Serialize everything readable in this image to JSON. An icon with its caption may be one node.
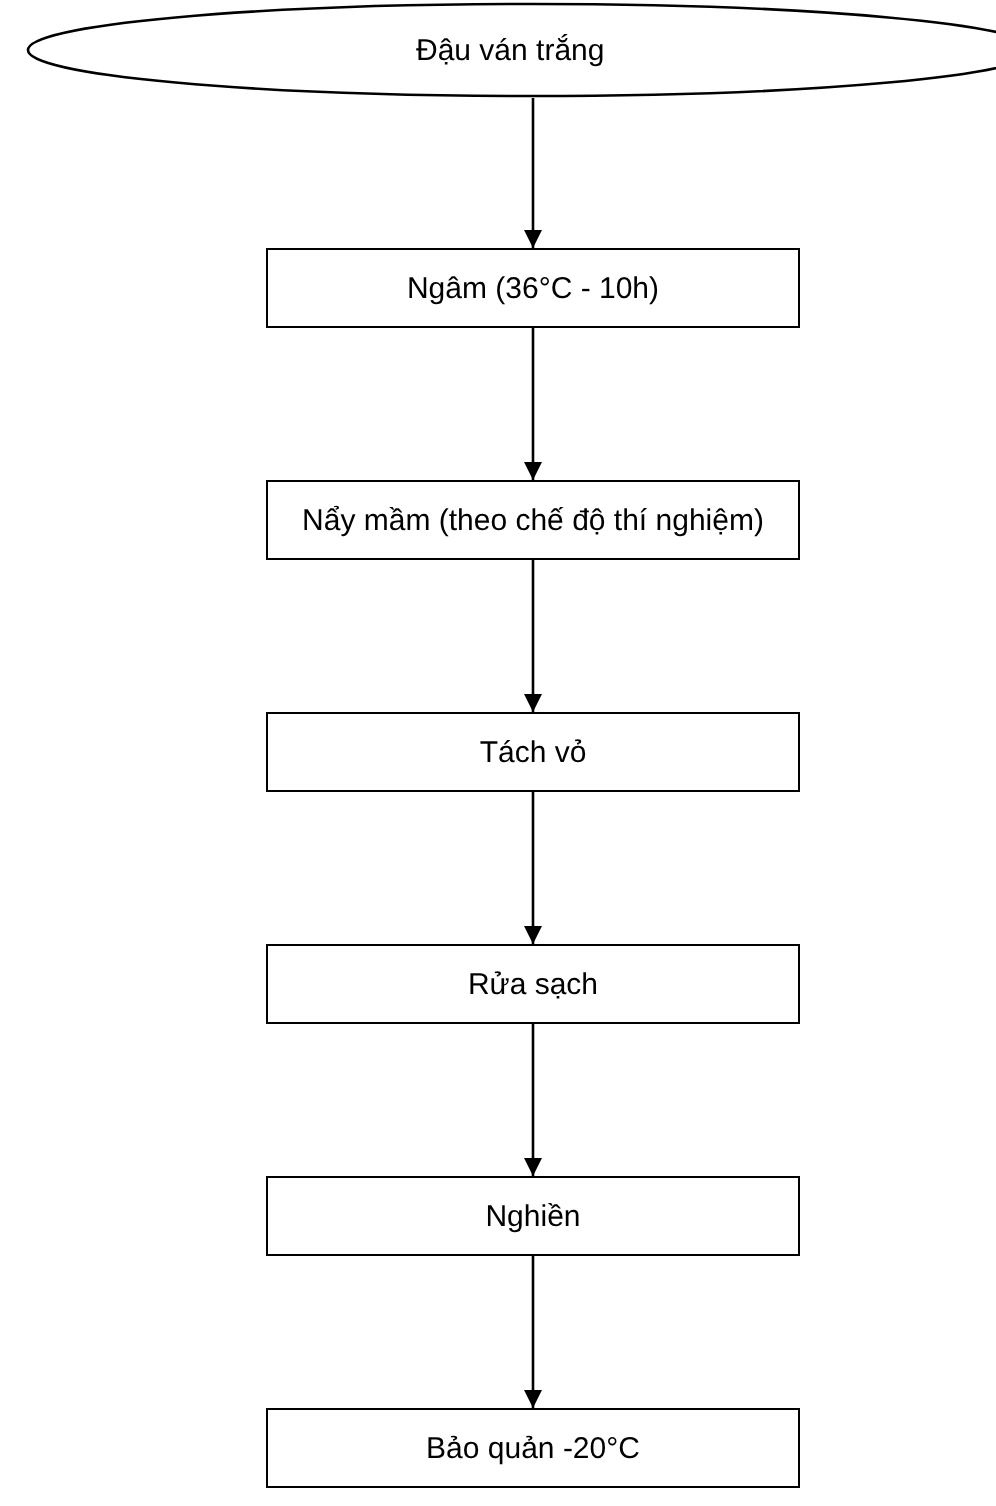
{
  "diagram": {
    "nodes": [
      {
        "text": [
          "Đậu ván trắng"
        ]
      },
      {
        "text": [
          "Ngâm (36°C - 10h)"
        ]
      },
      {
        "text": [
          "Nẩy mầm (theo chế độ thí nghiệm)"
        ]
      },
      {
        "text": [
          "Tách vỏ"
        ]
      },
      {
        "text": [
          "Rửa sạch"
        ]
      },
      {
        "text": [
          "Nghiền"
        ]
      },
      {
        "text": [
          "Bảo quản -20°C"
        ]
      }
    ],
    "edges": [
      {
        "from": 0,
        "to": 1,
        "arrow": "to"
      },
      {
        "from": 1,
        "to": 2,
        "arrow": "to"
      },
      {
        "from": 2,
        "to": 3,
        "arrow": "to"
      },
      {
        "from": 3,
        "to": 4,
        "arrow": "to"
      },
      {
        "from": 4,
        "to": 5,
        "arrow": "to"
      },
      {
        "from": 5,
        "to": 6,
        "arrow": "to"
      }
    ]
  }
}
